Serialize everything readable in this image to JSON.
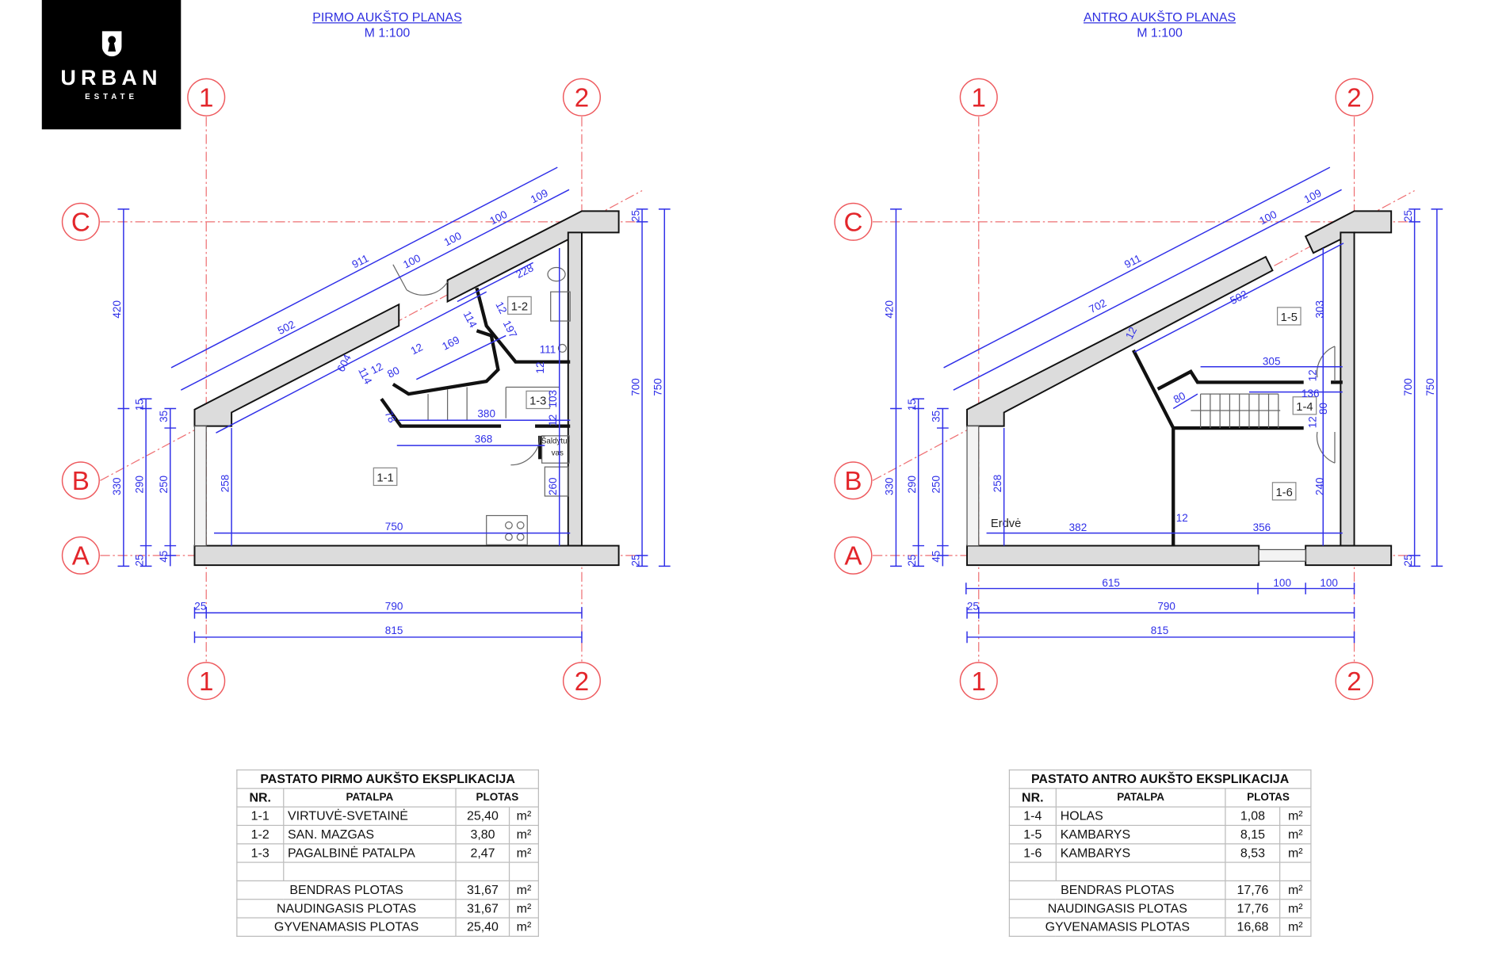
{
  "logo": {
    "brand": "URBAN",
    "sub": "ESTATE"
  },
  "grid_labels": {
    "col1": "1",
    "col2": "2",
    "rowA": "A",
    "rowB": "B",
    "rowC": "C"
  },
  "plans": [
    {
      "title": "PIRMO AUKŠTO PLANAS",
      "scale": "M 1:100",
      "rooms": [
        "1-1",
        "1-2",
        "1-3"
      ],
      "fixture_labels": [
        "Šaldytu-",
        "vas"
      ],
      "dims": {
        "d911": "911",
        "d502": "502",
        "d100a": "100",
        "d100b": "100",
        "d100c": "100",
        "d109": "109",
        "d604": "604",
        "d12a": "12",
        "d80": "80",
        "d12b": "12",
        "d169": "169",
        "d114a": "114",
        "d12c": "12",
        "d197": "197",
        "d228": "228",
        "d114b": "114",
        "d78": "78",
        "d380": "380",
        "d368": "368",
        "d750": "750",
        "d258": "258",
        "d103": "103",
        "d12d": "12",
        "d111": "111",
        "d12e": "12",
        "d260": "260",
        "v420": "420",
        "v330": "330",
        "v15": "15",
        "v290": "290",
        "v25l": "25",
        "v35": "35",
        "v250": "250",
        "v45": "45",
        "v25t": "25",
        "v700": "700",
        "v25b": "25",
        "v750": "750",
        "b25": "25",
        "b790": "790",
        "b815": "815"
      }
    },
    {
      "title": "ANTRO AUKŠTO PLANAS",
      "scale": "M 1:100",
      "rooms": [
        "1-4",
        "1-5",
        "1-6"
      ],
      "space_label": "Erdvė",
      "dims": {
        "d911": "911",
        "d702": "702",
        "d100": "100",
        "d109": "109",
        "d502": "502",
        "d12a": "12",
        "d305": "305",
        "d12b": "12",
        "d136": "136",
        "d80a": "80",
        "d12c": "12",
        "d80b": "80",
        "d303": "303",
        "d240": "240",
        "d258": "258",
        "d382": "382",
        "d12d": "12",
        "d356": "356",
        "d615": "615",
        "d100b": "100",
        "d100c": "100",
        "v420": "420",
        "v330": "330",
        "v15": "15",
        "v290": "290",
        "v25l": "25",
        "v35": "35",
        "v250": "250",
        "v45": "45",
        "v25t": "25",
        "v700": "700",
        "v25b": "25",
        "v750": "750",
        "b25": "25",
        "b790": "790",
        "b815": "815"
      }
    }
  ],
  "tables": [
    {
      "title": "PASTATO PIRMO AUKŠTO EKSPLIKACIJA",
      "headers": {
        "nr": "NR.",
        "room": "PATALPA",
        "area": "PLOTAS"
      },
      "rows": [
        {
          "nr": "1-1",
          "room": "VIRTUVĖ-SVETAINĖ",
          "area": "25,40",
          "unit": "m²"
        },
        {
          "nr": "1-2",
          "room": "SAN. MAZGAS",
          "area": "3,80",
          "unit": "m²"
        },
        {
          "nr": "1-3",
          "room": "PAGALBINĖ PATALPA",
          "area": "2,47",
          "unit": "m²"
        }
      ],
      "totals": [
        {
          "label": "BENDRAS PLOTAS",
          "area": "31,67",
          "unit": "m²"
        },
        {
          "label": "NAUDINGASIS PLOTAS",
          "area": "31,67",
          "unit": "m²"
        },
        {
          "label": "GYVENAMASIS PLOTAS",
          "area": "25,40",
          "unit": "m²"
        }
      ]
    },
    {
      "title": "PASTATO ANTRO AUKŠTO EKSPLIKACIJA",
      "headers": {
        "nr": "NR.",
        "room": "PATALPA",
        "area": "PLOTAS"
      },
      "rows": [
        {
          "nr": "1-4",
          "room": "HOLAS",
          "area": "1,08",
          "unit": "m²"
        },
        {
          "nr": "1-5",
          "room": "KAMBARYS",
          "area": "8,15",
          "unit": "m²"
        },
        {
          "nr": "1-6",
          "room": "KAMBARYS",
          "area": "8,53",
          "unit": "m²"
        }
      ],
      "totals": [
        {
          "label": "BENDRAS PLOTAS",
          "area": "17,76",
          "unit": "m²"
        },
        {
          "label": "NAUDINGASIS PLOTAS",
          "area": "17,76",
          "unit": "m²"
        },
        {
          "label": "GYVENAMASIS PLOTAS",
          "area": "16,68",
          "unit": "m²"
        }
      ]
    }
  ],
  "colors": {
    "grid": "#e3262b",
    "dimension": "#2f2fe8",
    "title": "#2f2fe0"
  }
}
